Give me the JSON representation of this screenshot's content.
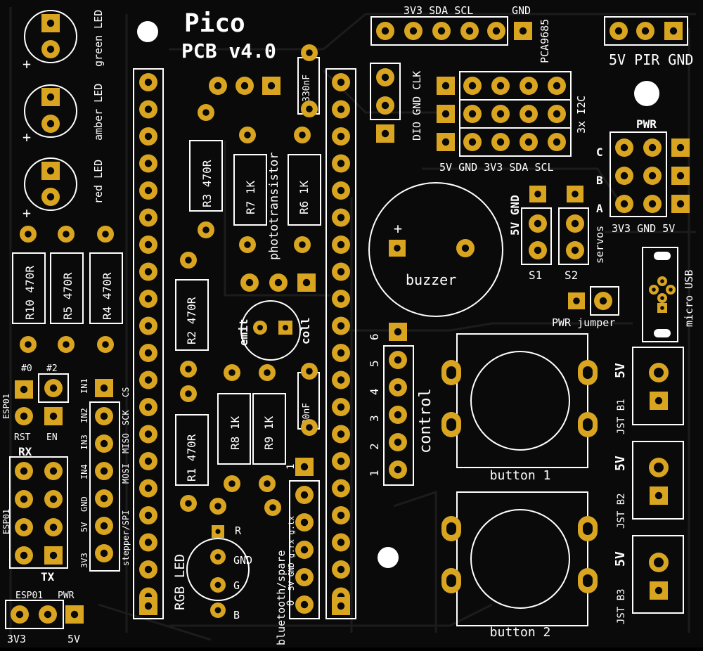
{
  "colors": {
    "board": "#0a0a0a",
    "copper": "#d9a520",
    "silkscreen": "#ffffff",
    "trace": "#1c1c1c"
  },
  "title": {
    "line1": "Pico",
    "line2": "PCB v4.0"
  },
  "header_pca": {
    "label": "3V3 SDA SCL",
    "gnd": "GND",
    "name": "PCA9685"
  },
  "pir": {
    "label": "5V PIR GND"
  },
  "leds": {
    "green": "green LED",
    "amber": "amber LED",
    "red": "red LED",
    "plus": "+"
  },
  "resistors": {
    "r3": "R3 470R",
    "r7": "R7 1K",
    "r6": "R6 1K",
    "r10": "R10 470R",
    "r5": "R5 470R",
    "r4": "R4 470R",
    "r2": "R2 470R",
    "r1": "R1 470R",
    "r8": "R8 1K",
    "r9": "R9 1K"
  },
  "caps": {
    "c1": "330nF",
    "c2": "330nF"
  },
  "phototransistor": {
    "label": "phototransistor",
    "emit": "emit",
    "coll": "coll"
  },
  "tm1637": {
    "label": "DIO GND CLK"
  },
  "i2c": {
    "label": "3x I2C",
    "bottom": "5V  GND 3V3 SDA SCL"
  },
  "pwr": {
    "title": "PWR",
    "a": "A",
    "b": "B",
    "c": "C",
    "bottom": "3V3 GND 5V"
  },
  "buzzer": {
    "label": "buzzer",
    "plus": "+"
  },
  "servos": {
    "label": "servos",
    "top": "5V GND",
    "s1": "S1",
    "s2": "S2"
  },
  "usb": {
    "label": "micro USB"
  },
  "jumper": {
    "label": "PWR jumper"
  },
  "esp01": {
    "side1": "ESP01",
    "p0": "#0",
    "p2": "#2",
    "rst": "RST",
    "en": "EN",
    "rx": "RX",
    "tx": "TX",
    "side2": "ESP01",
    "bottom1": "ESP01",
    "bottom_pwr": "PWR",
    "v3": "3V3",
    "v5": "5V"
  },
  "stepper": {
    "in1": "IN1",
    "cs": "CS",
    "in2": "IN2",
    "sck": "SCK",
    "in3": "IN3",
    "miso": "MISO",
    "in4": "IN4",
    "mosi": "MOSI",
    "gnd": "GND",
    "v5": "5V",
    "v3": "3V3",
    "label": "stepper/SPI"
  },
  "control": {
    "label": "control",
    "n1": "1",
    "n2": "2",
    "n3": "3",
    "n4": "4",
    "n5": "5",
    "n6": "6"
  },
  "bluetooth": {
    "label": "bluetooth/spare",
    "pins": "5V GND g.rx g.tx",
    "one": "1",
    "zero": "0"
  },
  "rgb": {
    "label": "RGB LED",
    "r": "R",
    "gnd": "GND",
    "g": "G",
    "b": "B"
  },
  "buttons": {
    "b1": "button 1",
    "b2": "button 2"
  },
  "jst": {
    "b1": "JST B1",
    "b2": "JST B2",
    "b3": "JST B3",
    "v5": "5V"
  }
}
